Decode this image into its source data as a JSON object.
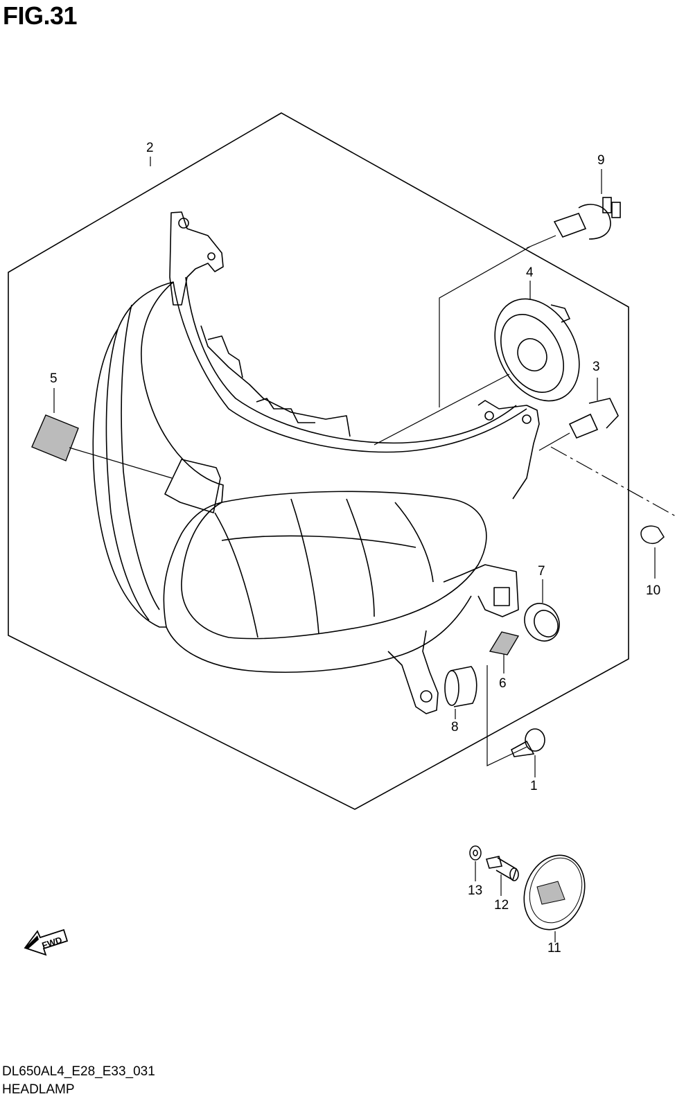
{
  "figure": {
    "title": "FIG.31",
    "code": "DL650AL4_E28_E33_031",
    "name": "HEADLAMP",
    "fwd_label": "FWD"
  },
  "callouts": [
    "1",
    "2",
    "3",
    "4",
    "5",
    "6",
    "7",
    "8",
    "9",
    "10",
    "11",
    "12",
    "13"
  ],
  "icons": [
    "fwd-arrow-icon"
  ]
}
